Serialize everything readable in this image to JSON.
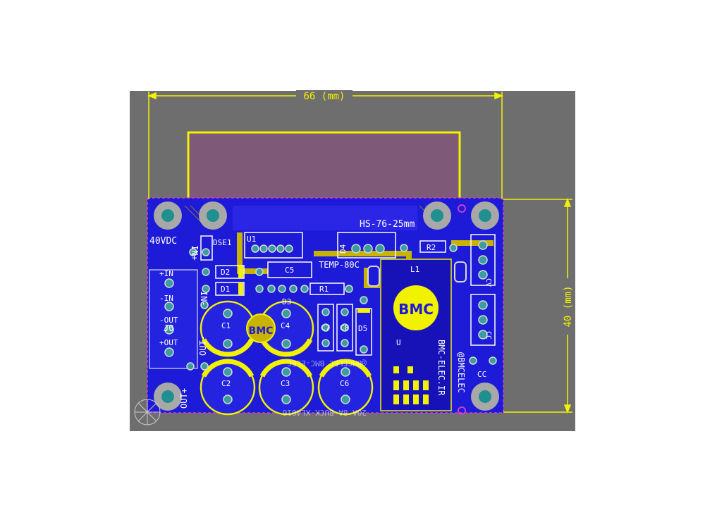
{
  "colors": {
    "background": "#ffffff",
    "workspace": "#6e6e6e",
    "heatsink": "#7f5a78",
    "copper": "#1d1ad8",
    "silkscreen": "#f2f200",
    "keepout": "#d23cd2",
    "pad": "#3a9e9e",
    "hole": "#d8d8d8",
    "mounting_pad": "#a8a8a8"
  },
  "dimensions": {
    "width_label": "66 (mm)",
    "height_label": "40 (mm)"
  },
  "heatsink": {
    "label": "HS-76-25mm"
  },
  "board": {
    "supply_label": "40VDC",
    "in_plus": "IN+",
    "in_minus": "IN-",
    "out_plus": "OUT+",
    "out_minus": "OUT-",
    "j0_in_plus": "+IN",
    "j0_in_minus": "-IN",
    "j0_out_minus": "-OUT",
    "j0_out_plus": "+OUT",
    "j0_label": "J0",
    "temp_label": "TEMP-80C",
    "bottom_text_1": "20A 8A BUCK XL4016",
    "bottom_text_2": "@BMCELEC BMC-ELEC",
    "right_text_1": "BMC-ELEC.IR",
    "right_text_2": "@BMCELEC"
  },
  "logo": {
    "text": "BMC"
  },
  "components": {
    "u1": "U1",
    "dse1": "DSE1",
    "d1": "D1",
    "d2": "D2",
    "d3": "D3",
    "d4": "D4",
    "d5": "D5",
    "c1": "C1",
    "c2": "C2",
    "c3": "C3",
    "c4": "C4",
    "c5": "C5",
    "c6": "C6",
    "c7": "C7",
    "c8": "C8",
    "cc": "CC",
    "r1": "R1",
    "r2": "R2",
    "l1": "L1",
    "u": "U",
    "cv": "CV",
    "cc_pot": "CC"
  }
}
